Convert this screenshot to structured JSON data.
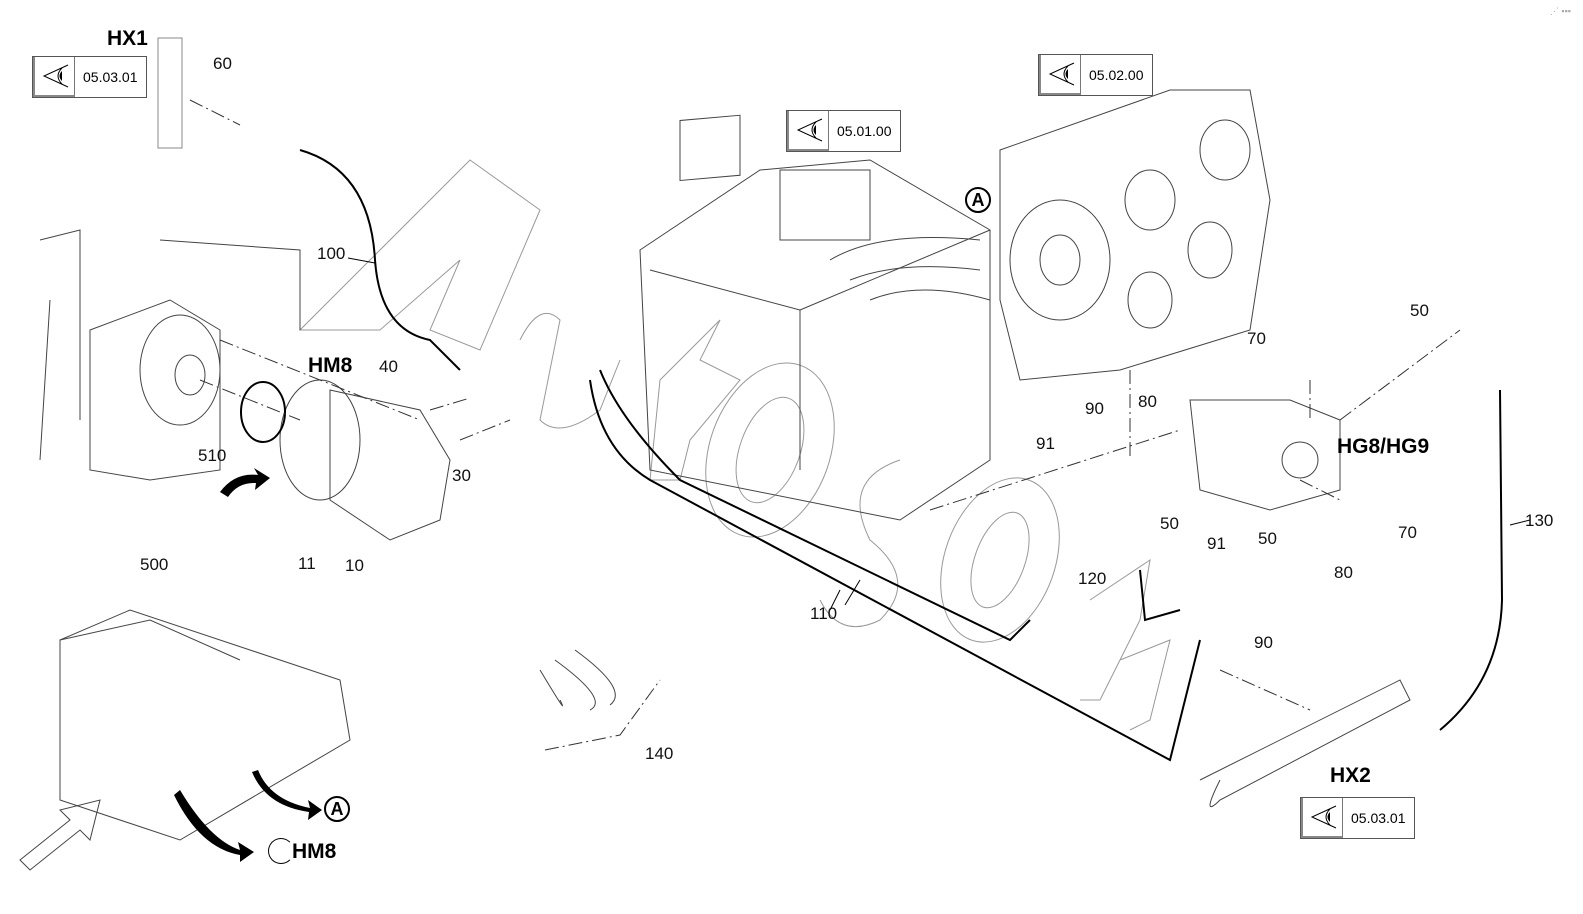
{
  "diagram": {
    "watermark": "AutoSoft",
    "corner_mark": "⋰ ▪▪▪",
    "assemblies": [
      {
        "id": "HX1",
        "ref": "05.03.01"
      },
      {
        "id": "HM8"
      },
      {
        "id": "HG8/HG9"
      },
      {
        "id": "HX2",
        "ref": "05.03.01"
      }
    ],
    "view_refs": [
      {
        "ref": "05.01.00"
      },
      {
        "ref": "05.02.00"
      }
    ],
    "detail_marker": "A",
    "overview": {
      "marker_a": "A",
      "marker_hm8": "HM8"
    },
    "part_labels": {
      "p60": "60",
      "p100": "100",
      "p40": "40",
      "p30": "30",
      "p510": "510",
      "p500": "500",
      "p11": "11",
      "p10": "10",
      "p110": "110",
      "p140": "140",
      "p120": "120",
      "p90a": "90",
      "p80a": "80",
      "p91a": "91",
      "p50a": "50",
      "p50b": "50",
      "p50c": "50",
      "p70a": "70",
      "p70b": "70",
      "p91b": "91",
      "p80b": "80",
      "p90b": "90",
      "p130": "130"
    }
  }
}
